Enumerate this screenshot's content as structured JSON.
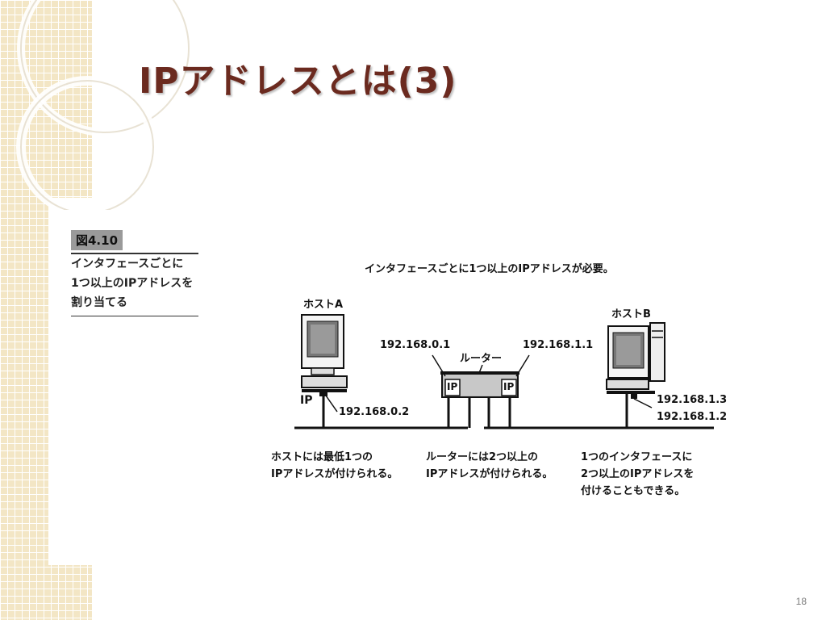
{
  "slide": {
    "title": "IPアドレスとは(3)",
    "page_number": "18"
  },
  "figure": {
    "number": "図4.10",
    "caption_lines": [
      "インタフェースごとに",
      "1つ以上のIPアドレスを",
      "割り当てる"
    ],
    "top_note": "インタフェースごとに1つ以上のIPアドレスが必要。",
    "host_a": {
      "label": "ホストA",
      "ip_tag": "IP",
      "address": "192.168.0.2"
    },
    "router": {
      "label": "ルーター",
      "left_address": "192.168.0.1",
      "right_address": "192.168.1.1",
      "left_tag": "IP",
      "right_tag": "IP"
    },
    "host_b": {
      "label": "ホストB",
      "addresses": [
        "192.168.1.3",
        "192.168.1.2"
      ]
    },
    "notes": {
      "host_note": [
        "ホストには最低1つの",
        "IPアドレスが付けられる。"
      ],
      "router_note": [
        "ルーターには2つ以上の",
        "IPアドレスが付けられる。"
      ],
      "multi_note": [
        "1つのインタフェースに",
        "2つ以上のIPアドレスを",
        "付けることもできる。"
      ]
    }
  }
}
